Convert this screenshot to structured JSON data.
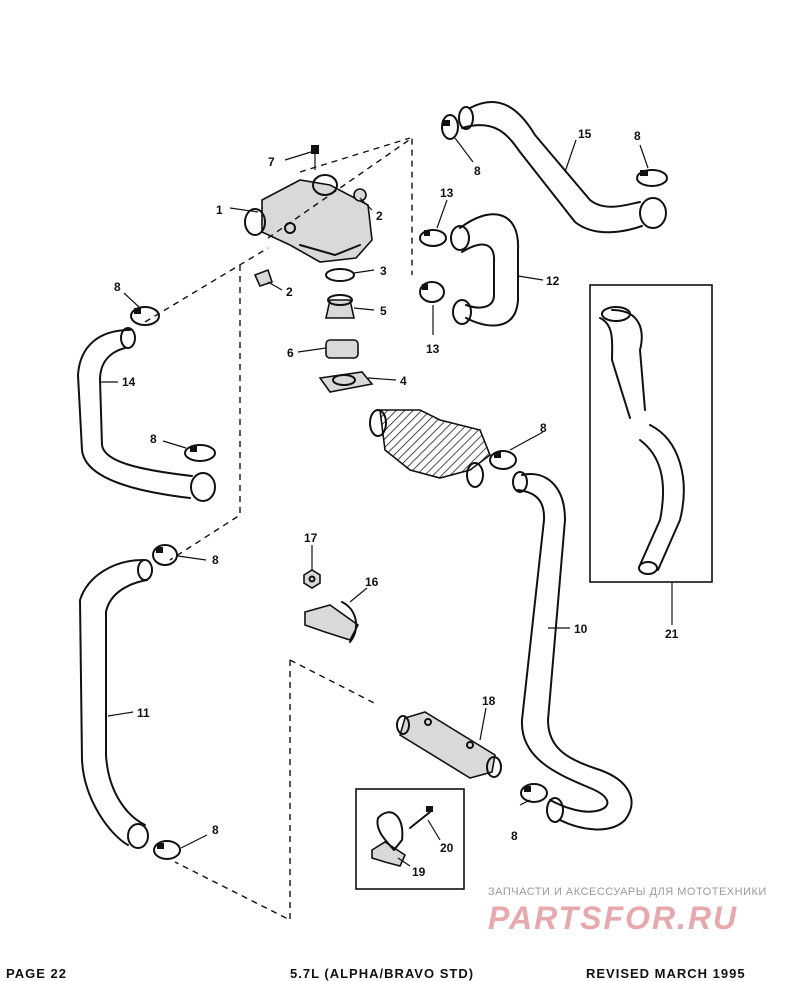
{
  "diagram": {
    "callouts": [
      {
        "id": "c1",
        "text": "1"
      },
      {
        "id": "c2a",
        "text": "2"
      },
      {
        "id": "c2b",
        "text": "2"
      },
      {
        "id": "c3",
        "text": "3"
      },
      {
        "id": "c4",
        "text": "4"
      },
      {
        "id": "c5",
        "text": "5"
      },
      {
        "id": "c6",
        "text": "6"
      },
      {
        "id": "c7",
        "text": "7"
      },
      {
        "id": "c8a",
        "text": "8"
      },
      {
        "id": "c8b",
        "text": "8"
      },
      {
        "id": "c8c",
        "text": "8"
      },
      {
        "id": "c8d",
        "text": "8"
      },
      {
        "id": "c8e",
        "text": "8"
      },
      {
        "id": "c8f",
        "text": "8"
      },
      {
        "id": "c8g",
        "text": "8"
      },
      {
        "id": "c8h",
        "text": "8"
      },
      {
        "id": "c10",
        "text": "10"
      },
      {
        "id": "c11",
        "text": "11"
      },
      {
        "id": "c12",
        "text": "12"
      },
      {
        "id": "c13a",
        "text": "13"
      },
      {
        "id": "c13b",
        "text": "13"
      },
      {
        "id": "c14",
        "text": "14"
      },
      {
        "id": "c15",
        "text": "15"
      },
      {
        "id": "c16",
        "text": "16"
      },
      {
        "id": "c17",
        "text": "17"
      },
      {
        "id": "c18",
        "text": "18"
      },
      {
        "id": "c19",
        "text": "19"
      },
      {
        "id": "c20",
        "text": "20"
      },
      {
        "id": "c21",
        "text": "21"
      }
    ]
  },
  "footer": {
    "left": "PAGE 22",
    "center": "5.7L (ALPHA/BRAVO STD)",
    "right": "REVISED MARCH 1995"
  },
  "watermark": {
    "tagline": "ЗАПЧАСТИ И АКСЕССУАРЫ ДЛЯ МОТОТЕХНИКИ",
    "logo": "PARTSFOR.RU"
  }
}
